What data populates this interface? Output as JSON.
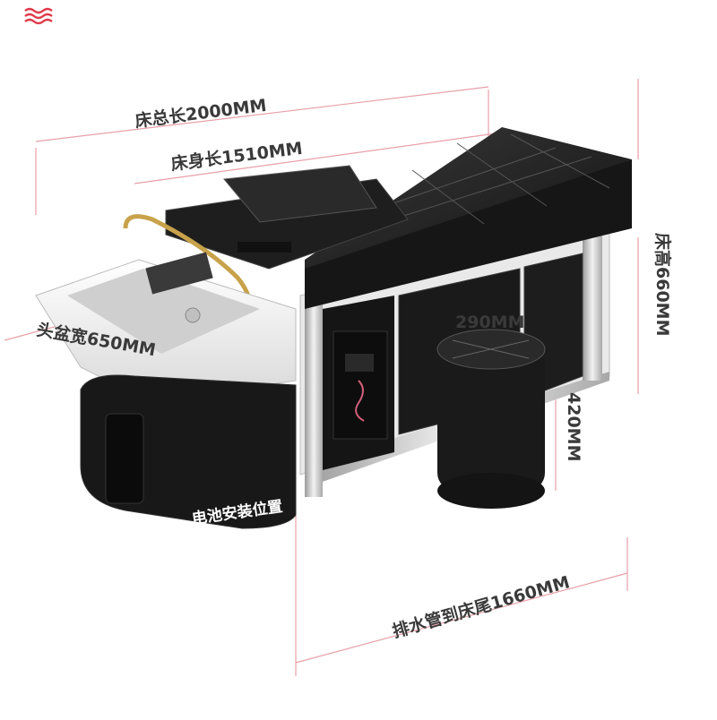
{
  "labels": {
    "total_length": "床总长2000MM",
    "body_length": "床身长1510MM",
    "bed_height": "床高660MM",
    "basin_width": "头盆宽650MM",
    "stool_width": "290MM",
    "stool_height": "420MM",
    "battery_position": "电池安装位置",
    "drain_to_tail": "排水管到床尾1660MM"
  },
  "colors": {
    "wave_logo": "#e03a4a",
    "dimension_line": "#e8a0a8",
    "upholstery": "#1c1c1c",
    "basin": "#f2f2f2",
    "gold_rail": "#c8a24a",
    "chrome": "#c9c9c9"
  },
  "icons": [
    "wave-logo-icon"
  ]
}
